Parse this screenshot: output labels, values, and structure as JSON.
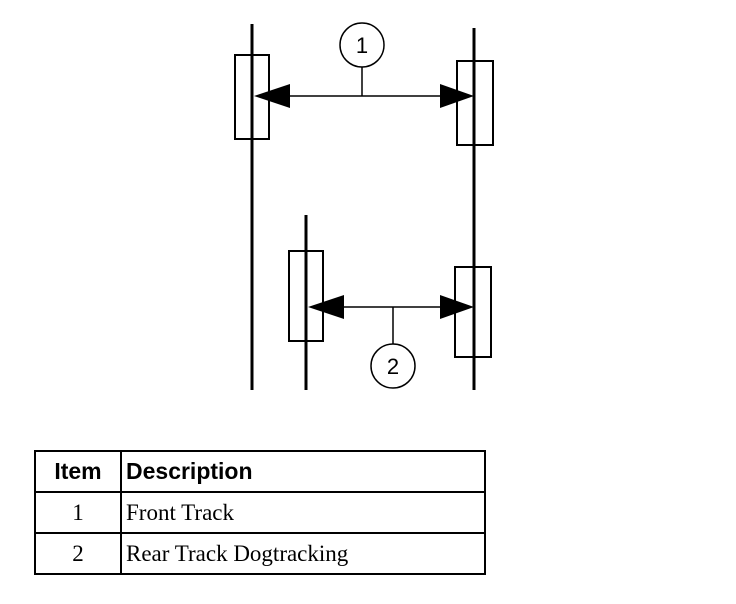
{
  "diagram": {
    "callouts": [
      {
        "number": "1"
      },
      {
        "number": "2"
      }
    ]
  },
  "legend": {
    "headers": {
      "item": "Item",
      "description": "Description"
    },
    "rows": [
      {
        "item": "1",
        "description": "Front Track"
      },
      {
        "item": "2",
        "description": "Rear Track Dogtracking"
      }
    ]
  }
}
